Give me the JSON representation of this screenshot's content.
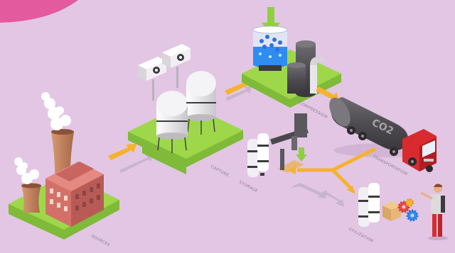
{
  "stages": [
    {
      "key": "sources",
      "label": "SOURCES"
    },
    {
      "key": "capture",
      "label": "CAPTURE"
    },
    {
      "key": "compression",
      "label": "COMPRESSION"
    },
    {
      "key": "transportation",
      "label": "TRANSPORTATION"
    },
    {
      "key": "storage",
      "label": "STORAGE"
    },
    {
      "key": "utilization",
      "label": "UTILIZATION"
    }
  ],
  "truck": {
    "tank_text": "CO2"
  },
  "colors": {
    "background": "#e2c6e4",
    "platform": "#9ed84a",
    "arrow_orange": "#f6b22c",
    "arrow_gray": "#c8b4cc",
    "brick": "#d4706a",
    "truck_red": "#d92b2f",
    "tank_gray": "#5c5a5e",
    "blue_liquid": "#2f8cf0"
  }
}
